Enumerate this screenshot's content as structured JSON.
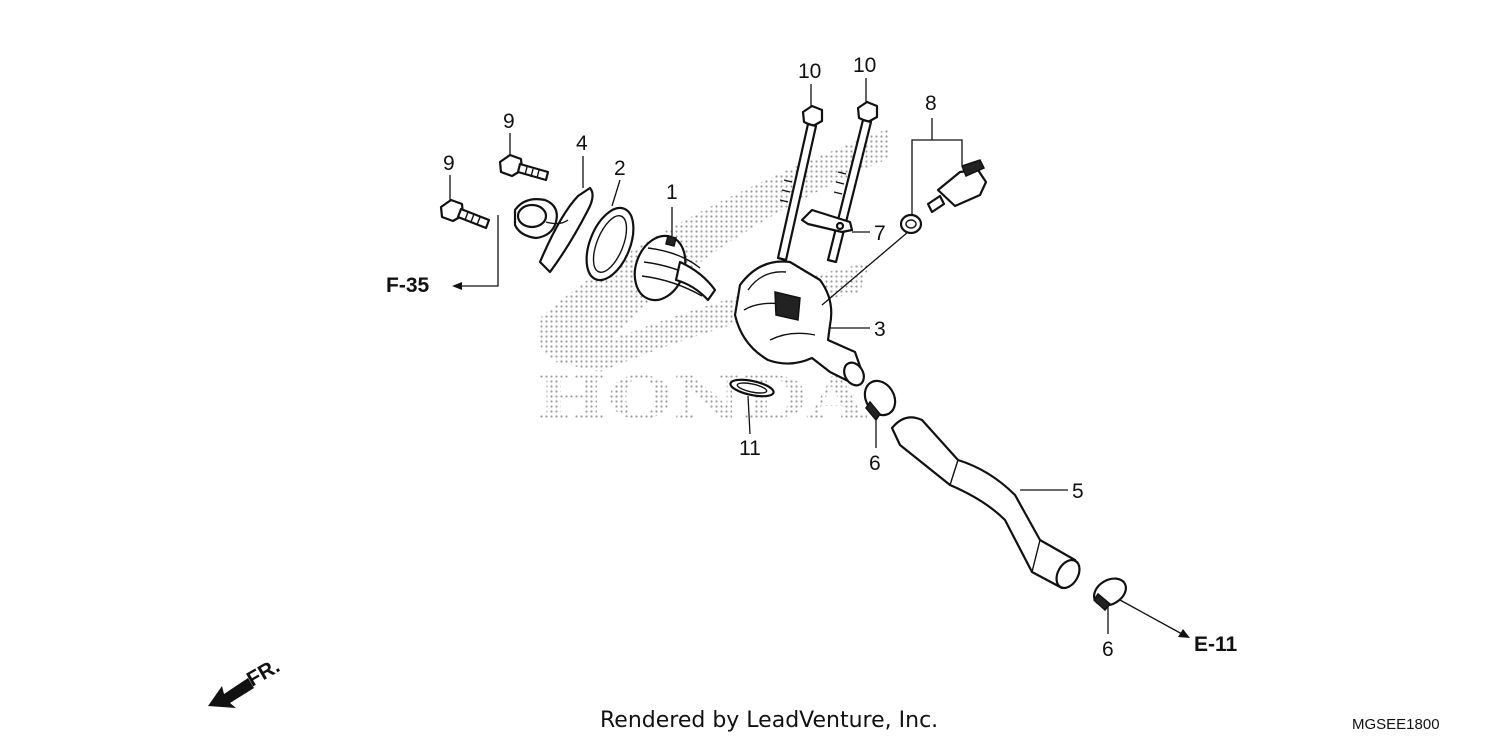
{
  "callouts": {
    "c1": "1",
    "c2": "2",
    "c3": "3",
    "c4": "4",
    "c5": "5",
    "c6a": "6",
    "c6b": "6",
    "c7": "7",
    "c8": "8",
    "c9a": "9",
    "c9b": "9",
    "c10a": "10",
    "c10b": "10",
    "c11": "11"
  },
  "references": {
    "f35": "F-35",
    "e11": "E-11",
    "front": "FR."
  },
  "watermark": "HONDA",
  "footer": {
    "credit": "Rendered by LeadVenture, Inc.",
    "code": "MGSEE1800"
  }
}
